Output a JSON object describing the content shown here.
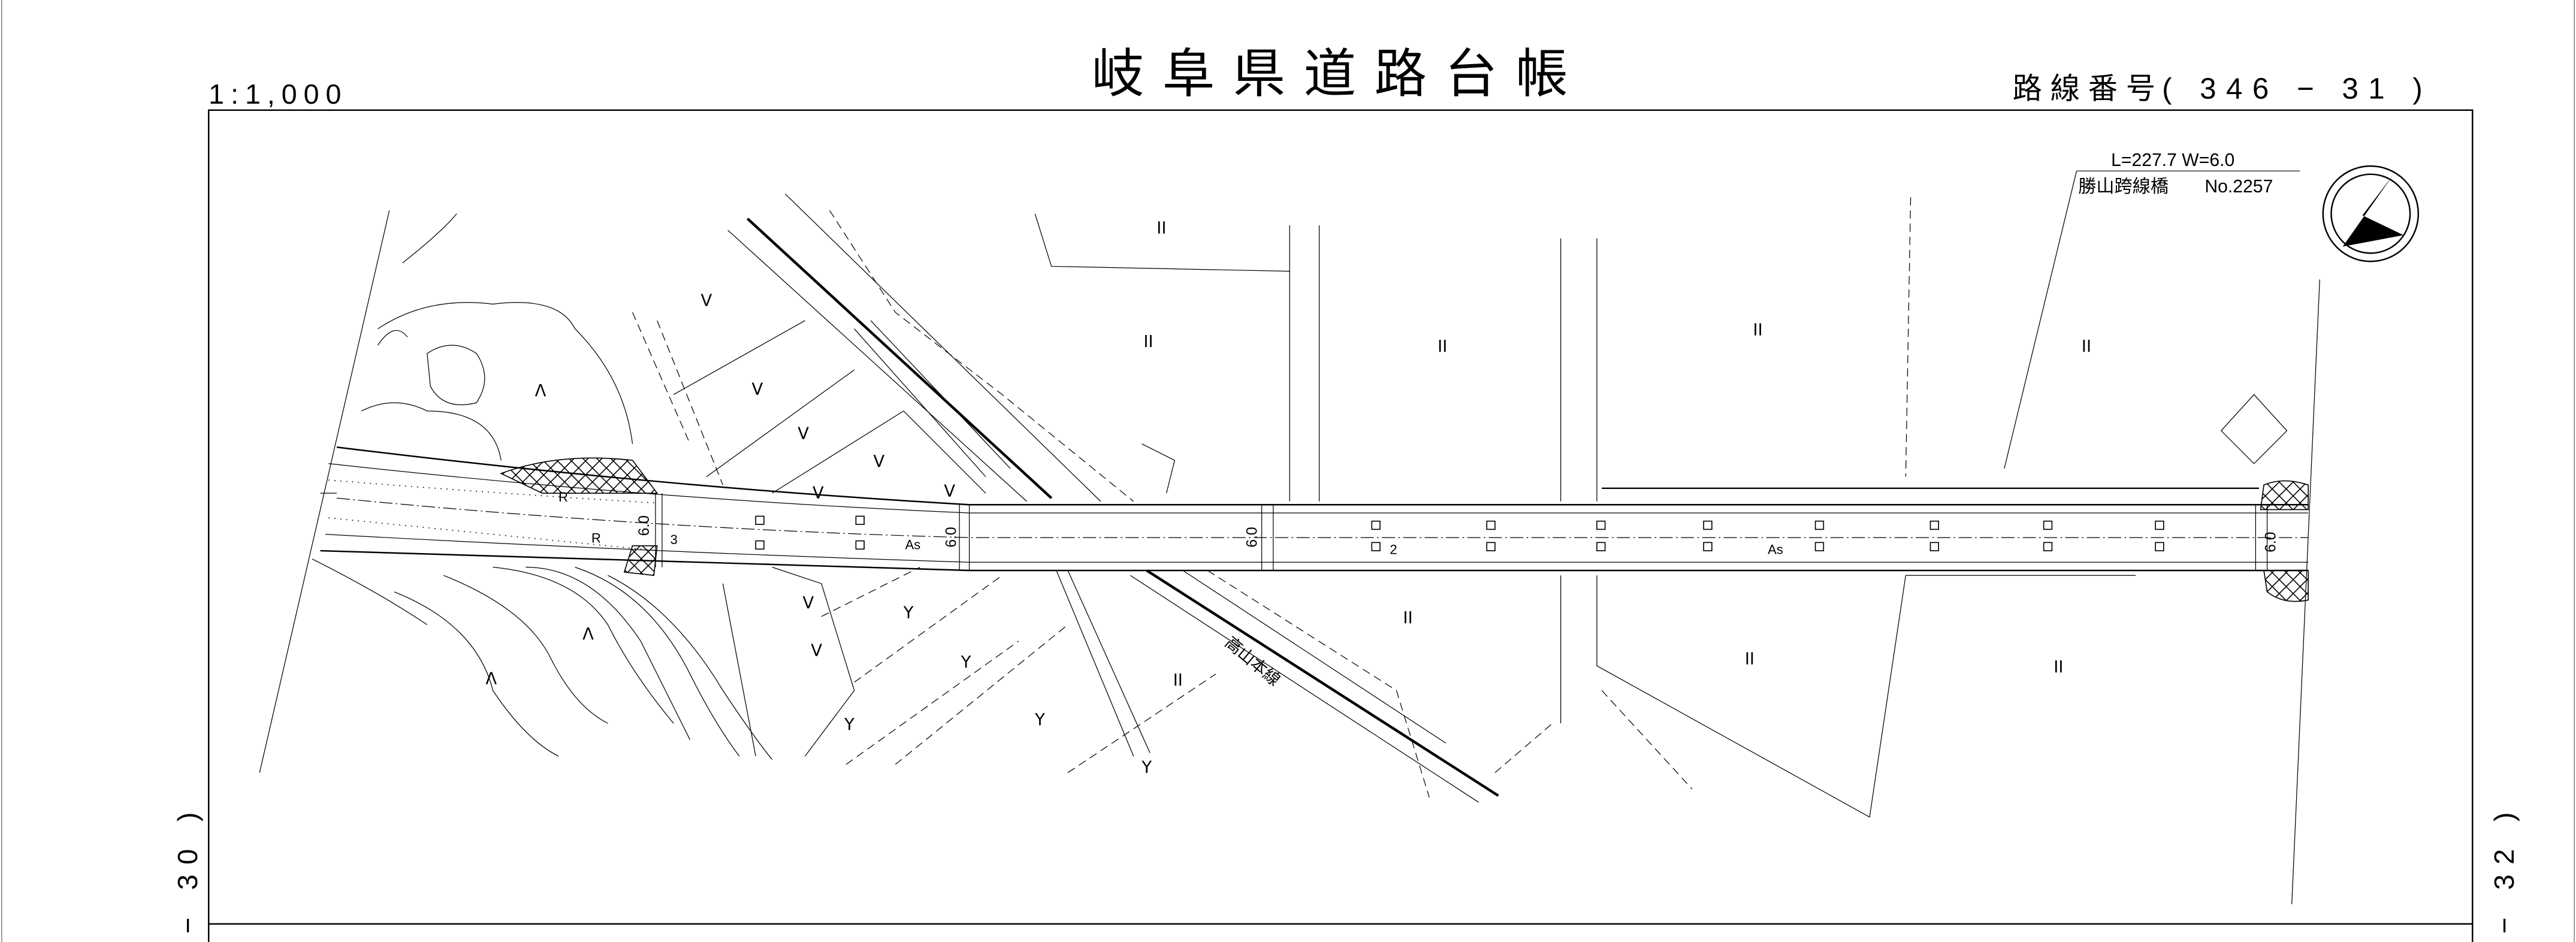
{
  "header": {
    "title": "岐阜県道路台帳",
    "scale": "1:1,000",
    "route_label": "路線番号",
    "route_number": "( 346 −  31 )"
  },
  "sheet_refs": {
    "previous": "− 30 )",
    "next": "− 32 )"
  },
  "bridge": {
    "dimensions": "L=227.7  W=6.0",
    "name": "勝山跨線橋",
    "number": "No.2257"
  },
  "map_labels": {
    "surface": "As",
    "width": "6.0",
    "retaining_wall": "R",
    "railway": "高山本線",
    "section_3": "3",
    "section_2": "2"
  },
  "symbols": {
    "field": "II",
    "paddy": "V",
    "mulberry": "Y",
    "forest": "Λ"
  },
  "north_arrow": "north-arrow"
}
